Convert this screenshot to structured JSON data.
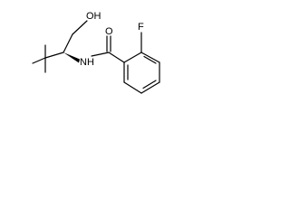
{
  "structure": {
    "atom_labels": {
      "hydroxyl": "OH",
      "carbonyl_oxygen": "O",
      "fluorine": "F",
      "amide": "NH"
    },
    "bond_color": "#000000",
    "background": "#ffffff"
  }
}
